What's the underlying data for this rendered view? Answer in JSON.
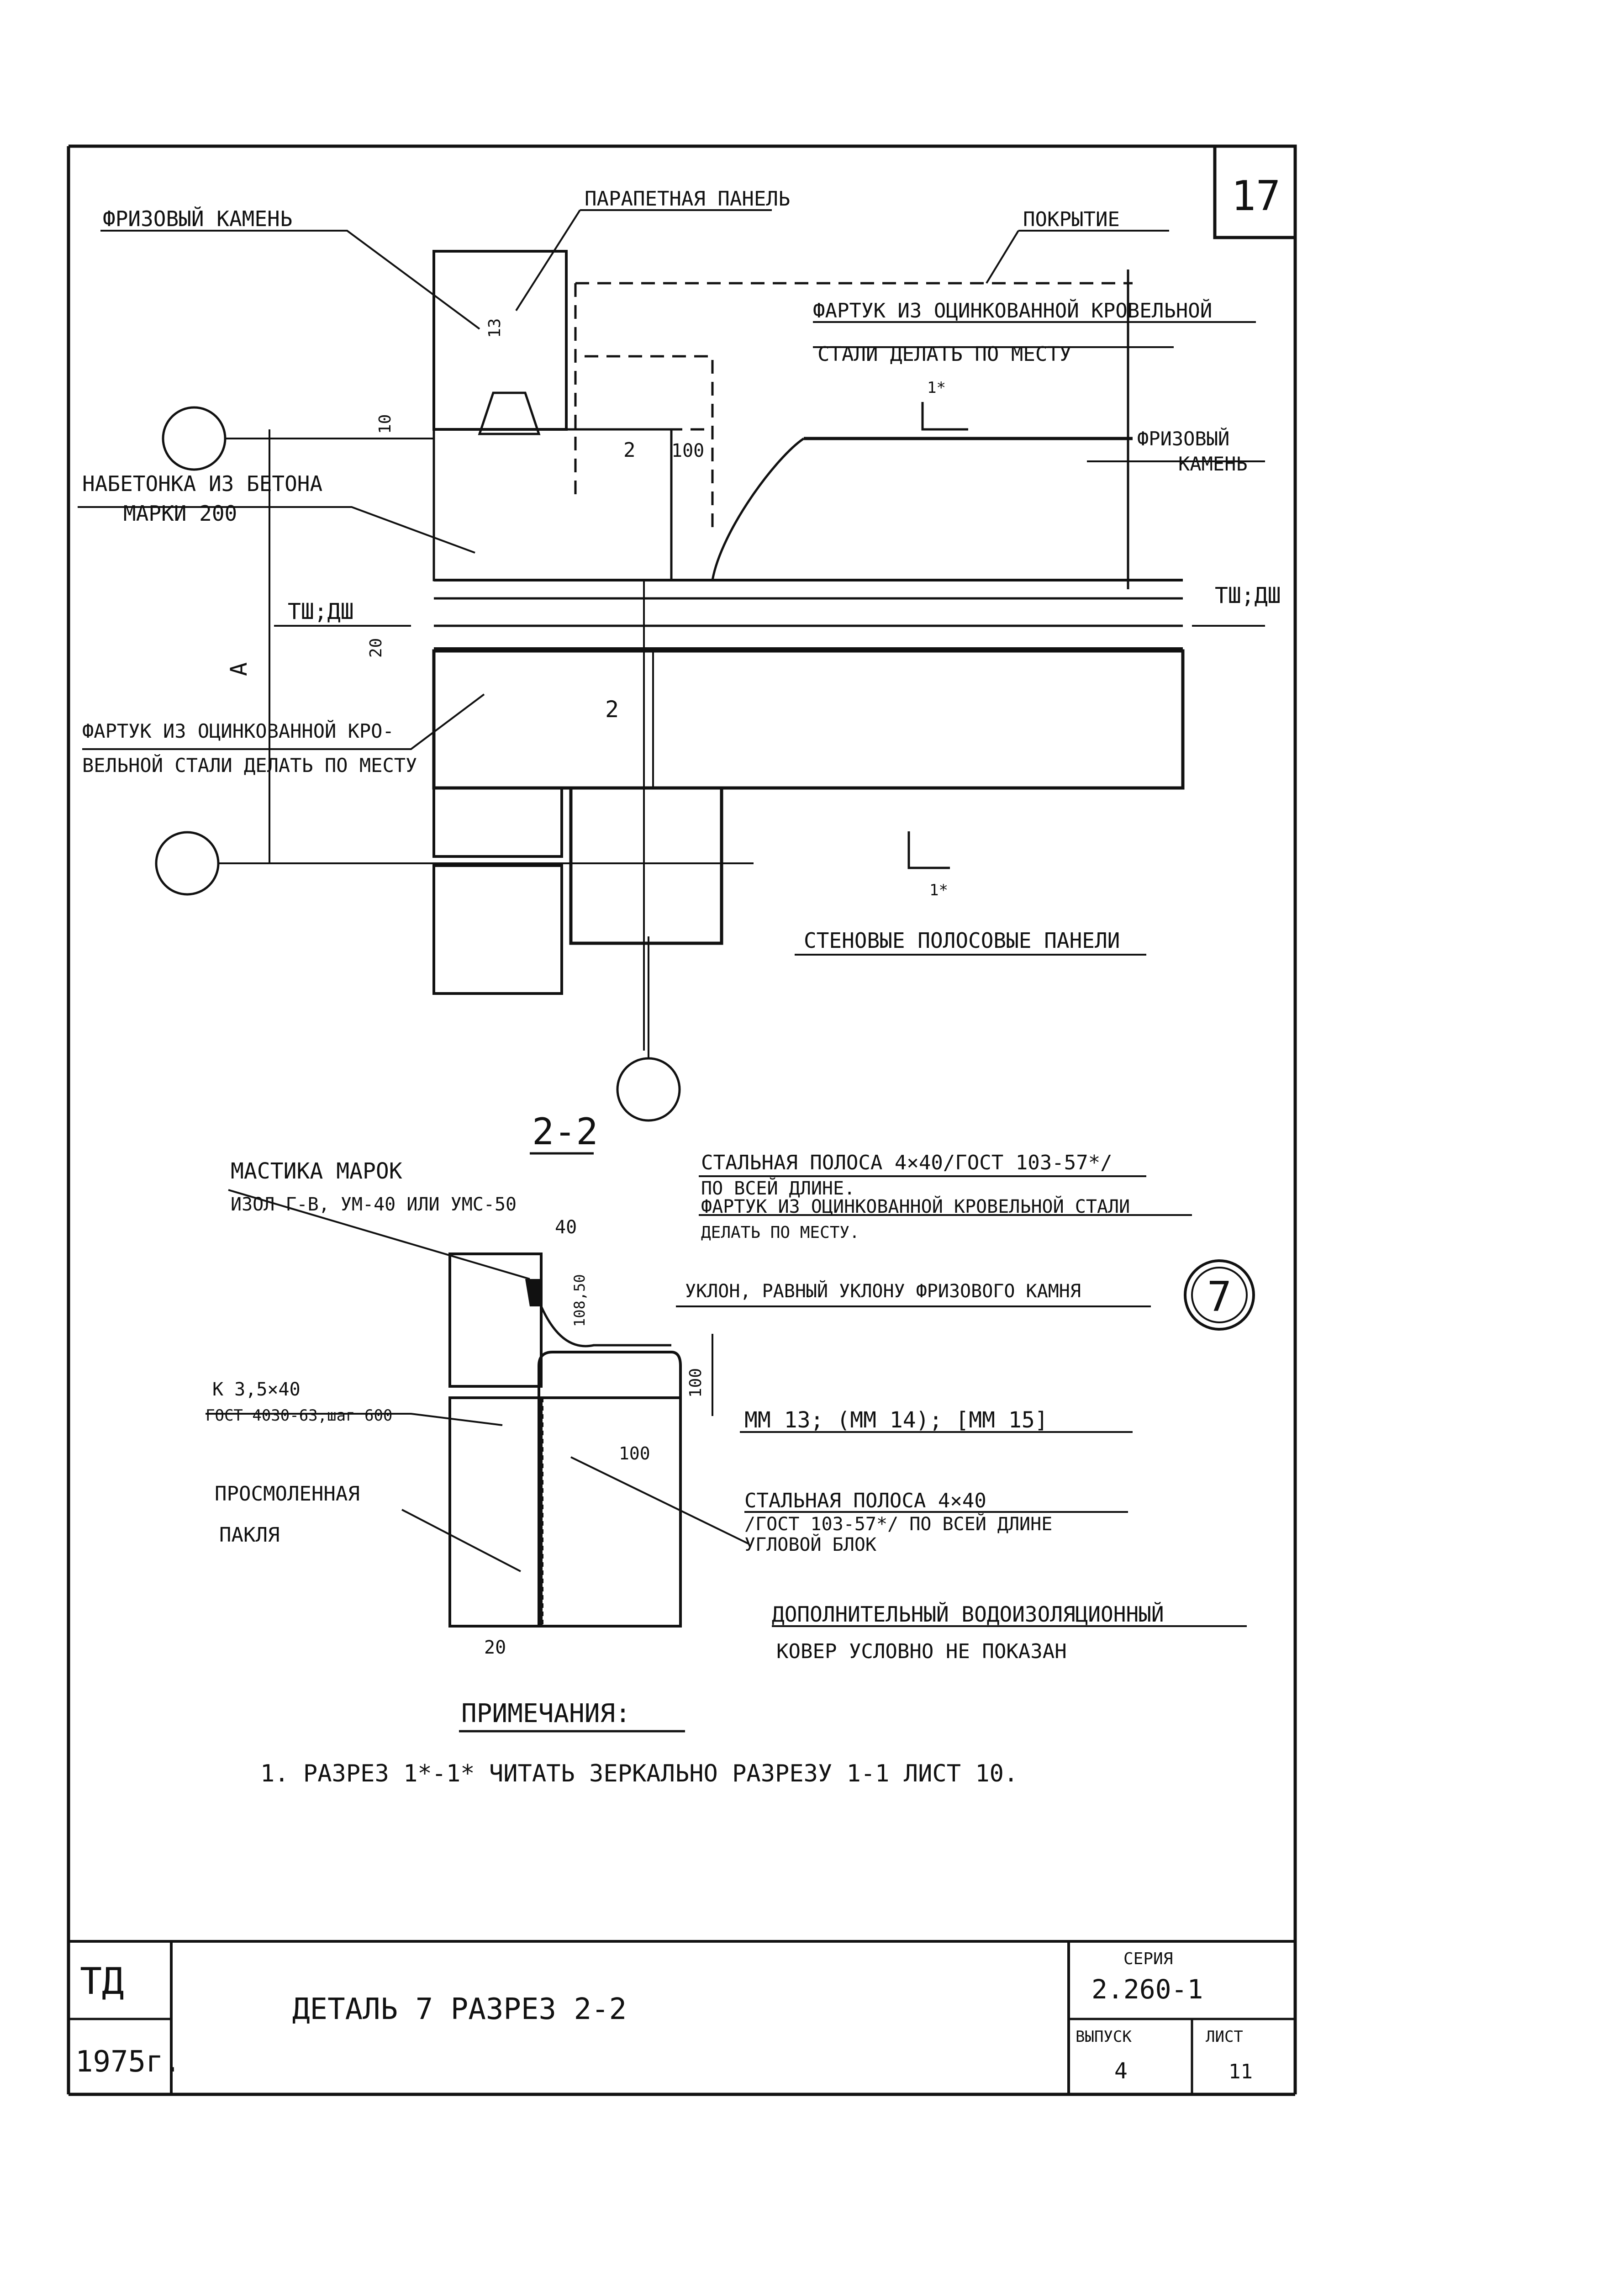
{
  "sheet": {
    "number": "17"
  },
  "labels": {
    "frieze_stone_top": "ФРИЗОВЫЙ КАМЕНЬ",
    "parapet_panel": "ПАРАПЕТНАЯ ПАНЕЛЬ",
    "covering": "ПОКРЫТИЕ",
    "apron_1": "ФАРТУК ИЗ ОЦИНКОВАННОЙ КРОВЕЛЬНОЙ",
    "apron_2": "СТАЛИ ДЕЛАТЬ ПО МЕСТУ",
    "frieze_stone_right_1": "ФРИЗОВЫЙ",
    "frieze_stone_right_2": "КАМЕНЬ",
    "concrete_1": "НАБЕТОНКА ИЗ БЕТОНА",
    "concrete_2": "МАРКИ 200",
    "tsh_dsh_left": "ТШ;ДШ",
    "tsh_dsh_right": "ТШ;ДШ",
    "apron_left_1": "ФАРТУК ИЗ ОЦИНКОВАННОЙ КРО-",
    "apron_left_2": "ВЕЛЬНОЙ СТАЛИ ДЕЛАТЬ ПО МЕСТУ",
    "wall_panels": "СТЕНОВЫЕ ПОЛОСОВЫЕ ПАНЕЛИ",
    "dim_A": "А",
    "dim_10": "10",
    "dim_13": "13",
    "dim_20": "20",
    "dim_2": "2",
    "dim_100": "100",
    "dim_2b": "2",
    "cut_1a_top": "1*",
    "cut_1a_bottom": "1*"
  },
  "section22": {
    "title": "2-2",
    "mastic_1": "МАСТИКА МАРОК",
    "mastic_2": "ИЗОЛ Г-В, УМ-40 ИЛИ УМС-50",
    "strip_1": "СТАЛЬНАЯ ПОЛОСА 4×40/ГОСТ 103-57*/",
    "strip_2": "ПО ВСЕЙ ДЛИНЕ.",
    "apron_1": "ФАРТУК ИЗ ОЦИНКОВАННОЙ КРОВЕЛЬНОЙ СТАЛИ",
    "apron_2": "ДЕЛАТЬ ПО МЕСТУ.",
    "slope": "УКЛОН, РАВНЫЙ УКЛОНУ ФРИЗОВОГО КАМНЯ",
    "detail_mark": "7",
    "k_1": "К 3,5×40",
    "k_2": "ГОСТ 4030-63,шаг 600",
    "mm": "ММ 13; (ММ 14); [ММ 15]",
    "strip2_1": "СТАЛЬНАЯ ПОЛОСА 4×40",
    "strip2_2": "/ГОСТ 103-57*/ ПО ВСЕЙ ДЛИНЕ",
    "block": "УГЛОВОЙ БЛОК",
    "tow_1": "ПРОСМОЛЕННАЯ",
    "tow_2": "ПАКЛЯ",
    "carpet_1": "ДОПОЛНИТЕЛЬНЫЙ ВОДОИЗОЛЯЦИОННЫЙ",
    "carpet_2": "КОВЕР УСЛОВНО НЕ ПОКАЗАН",
    "dim_40": "40",
    "dim_10850": "108,50",
    "dim_100a": "100",
    "dim_100b": "100",
    "dim_20": "20"
  },
  "notes": {
    "heading": "ПРИМЕЧАНИЯ:",
    "item_1": "1. РАЗРЕЗ 1*-1* ЧИТАТЬ ЗЕРКАЛЬНО РАЗРЕЗУ 1-1 ЛИСТ 10."
  },
  "title_block": {
    "org": "ТД",
    "year": "1975г.",
    "title": "ДЕТАЛЬ 7 РАЗРЕЗ 2-2",
    "series_label": "СЕРИЯ",
    "series_value": "2.260-1",
    "issue_label": "ВЫПУСК",
    "issue_value": "4",
    "sheet_label": "ЛИСТ",
    "sheet_value": "11"
  }
}
